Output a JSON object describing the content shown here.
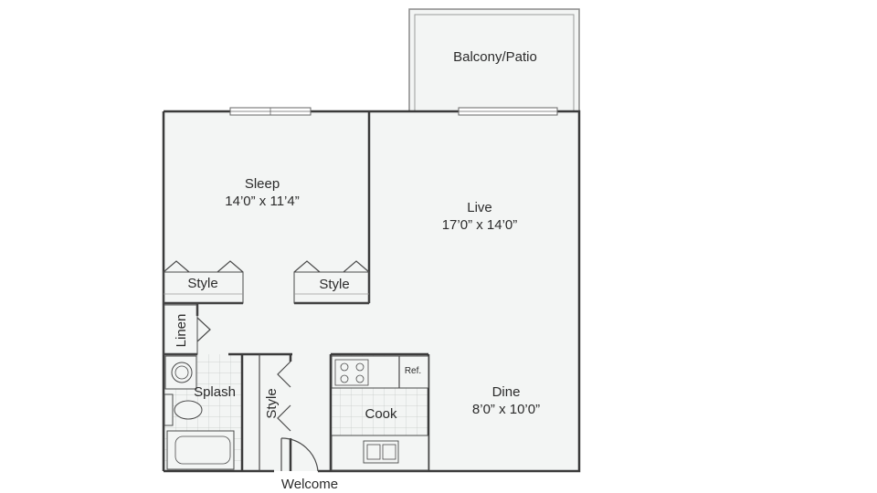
{
  "rooms": {
    "balcony": {
      "name": "Balcony/Patio"
    },
    "sleep": {
      "name": "Sleep",
      "dims": "14’0” x 11’4”"
    },
    "live": {
      "name": "Live",
      "dims": "17’0” x 14’0”"
    },
    "dine": {
      "name": "Dine",
      "dims": "8’0” x 10’0”"
    },
    "splash": {
      "name": "Splash"
    },
    "cook": {
      "name": "Cook"
    }
  },
  "closets": {
    "style_left": "Style",
    "style_right": "Style",
    "style_hall": "Style",
    "linen": "Linen"
  },
  "appliances": {
    "fridge": "Ref."
  },
  "entry": {
    "label": "Welcome"
  },
  "colors": {
    "floor": "#f3f5f4",
    "wall": "#3a3a3a",
    "grid": "#b9bcbb"
  }
}
